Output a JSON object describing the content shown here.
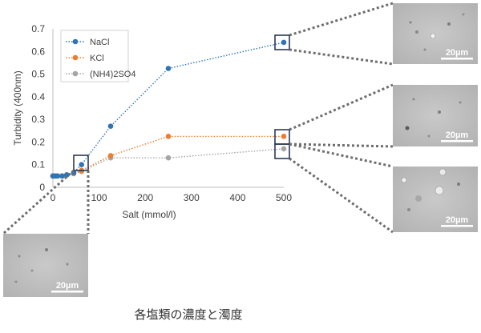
{
  "chart_data": {
    "type": "line",
    "xlabel": "Salt (mmol/l)",
    "ylabel": "Turbidity (400nm)",
    "xlim": [
      0,
      500
    ],
    "ylim": [
      0,
      0.7
    ],
    "x_ticks": [
      "0",
      "100",
      "200",
      "300",
      "400",
      "500"
    ],
    "y_ticks": [
      "0",
      "0.1",
      "0.2",
      "0.3",
      "0.4",
      "0.5",
      "0.6",
      "0.7"
    ],
    "grid": false,
    "legend_position": "top-left",
    "series": [
      {
        "name": "NaCl",
        "color": "#2E75B6",
        "line": "dotted",
        "x": [
          0,
          5,
          10,
          20,
          30,
          45,
          62,
          125,
          250,
          500
        ],
        "y": [
          0.05,
          0.05,
          0.05,
          0.05,
          0.055,
          0.065,
          0.1,
          0.27,
          0.525,
          0.64
        ]
      },
      {
        "name": "KCl",
        "color": "#ED7D31",
        "line": "dotted",
        "x": [
          0,
          5,
          10,
          20,
          30,
          45,
          62,
          125,
          250,
          500
        ],
        "y": [
          0.05,
          0.05,
          0.05,
          0.05,
          0.055,
          0.062,
          0.075,
          0.14,
          0.225,
          0.225
        ]
      },
      {
        "name": "(NH4)2SO4",
        "color": "#A5A5A5",
        "line": "dotted",
        "x": [
          0,
          5,
          10,
          20,
          30,
          45,
          62,
          125,
          250,
          500
        ],
        "y": [
          0.05,
          0.05,
          0.05,
          0.05,
          0.055,
          0.06,
          0.07,
          0.13,
          0.13,
          0.17
        ]
      }
    ]
  },
  "micrographs": [
    {
      "scale_label": "20µm"
    },
    {
      "scale_label": "20µm"
    },
    {
      "scale_label": "20µm"
    },
    {
      "scale_label": "20µm"
    }
  ],
  "caption": "各塩類の濃度と濁度"
}
